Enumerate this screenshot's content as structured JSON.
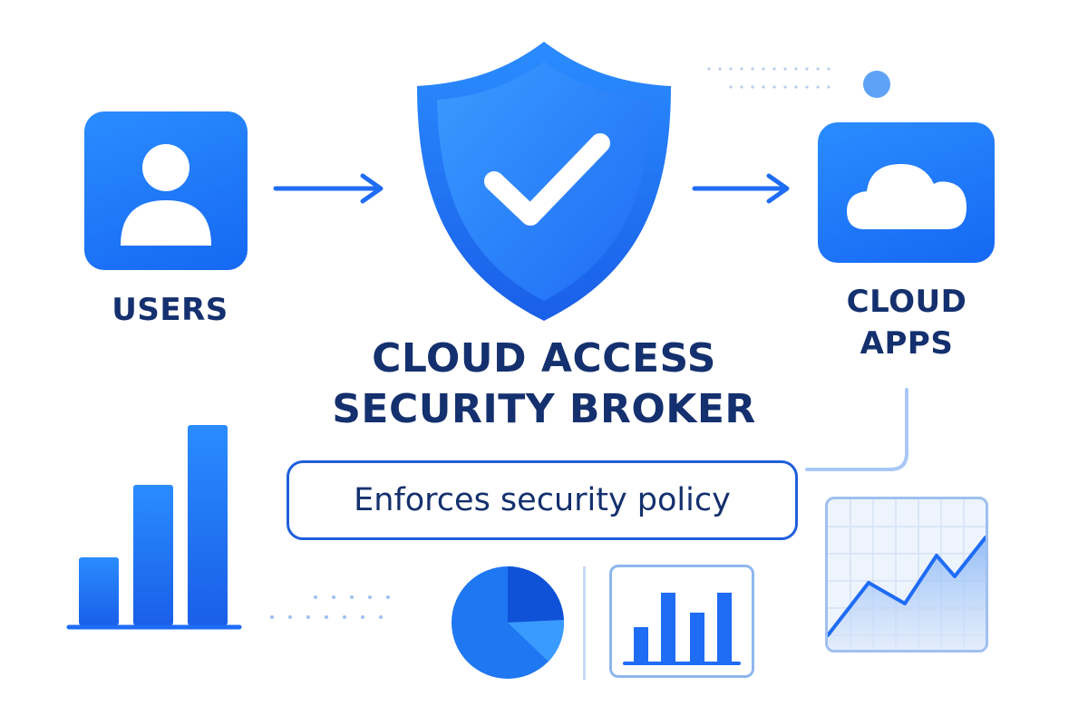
{
  "nodes": {
    "users": {
      "label": "USERS",
      "icon": "user-icon"
    },
    "broker": {
      "title": "CLOUD ACCESS SECURITY BROKER",
      "icon": "shield-check-icon"
    },
    "cloud_apps": {
      "label": "CLOUD APPS",
      "icon": "cloud-icon"
    }
  },
  "policy": {
    "text": "Enforces security policy"
  },
  "edges": [
    {
      "from": "users",
      "to": "broker"
    },
    {
      "from": "broker",
      "to": "cloud_apps"
    }
  ],
  "decorations": [
    "bar-chart-icon",
    "pie-chart-icon",
    "mini-bar-chart-icon",
    "line-chart-icon"
  ],
  "colors": {
    "primary": "#1f6cf5",
    "primary_light": "#3a9bff",
    "text": "#14306e",
    "accent_soft": "#a9c8f7"
  }
}
